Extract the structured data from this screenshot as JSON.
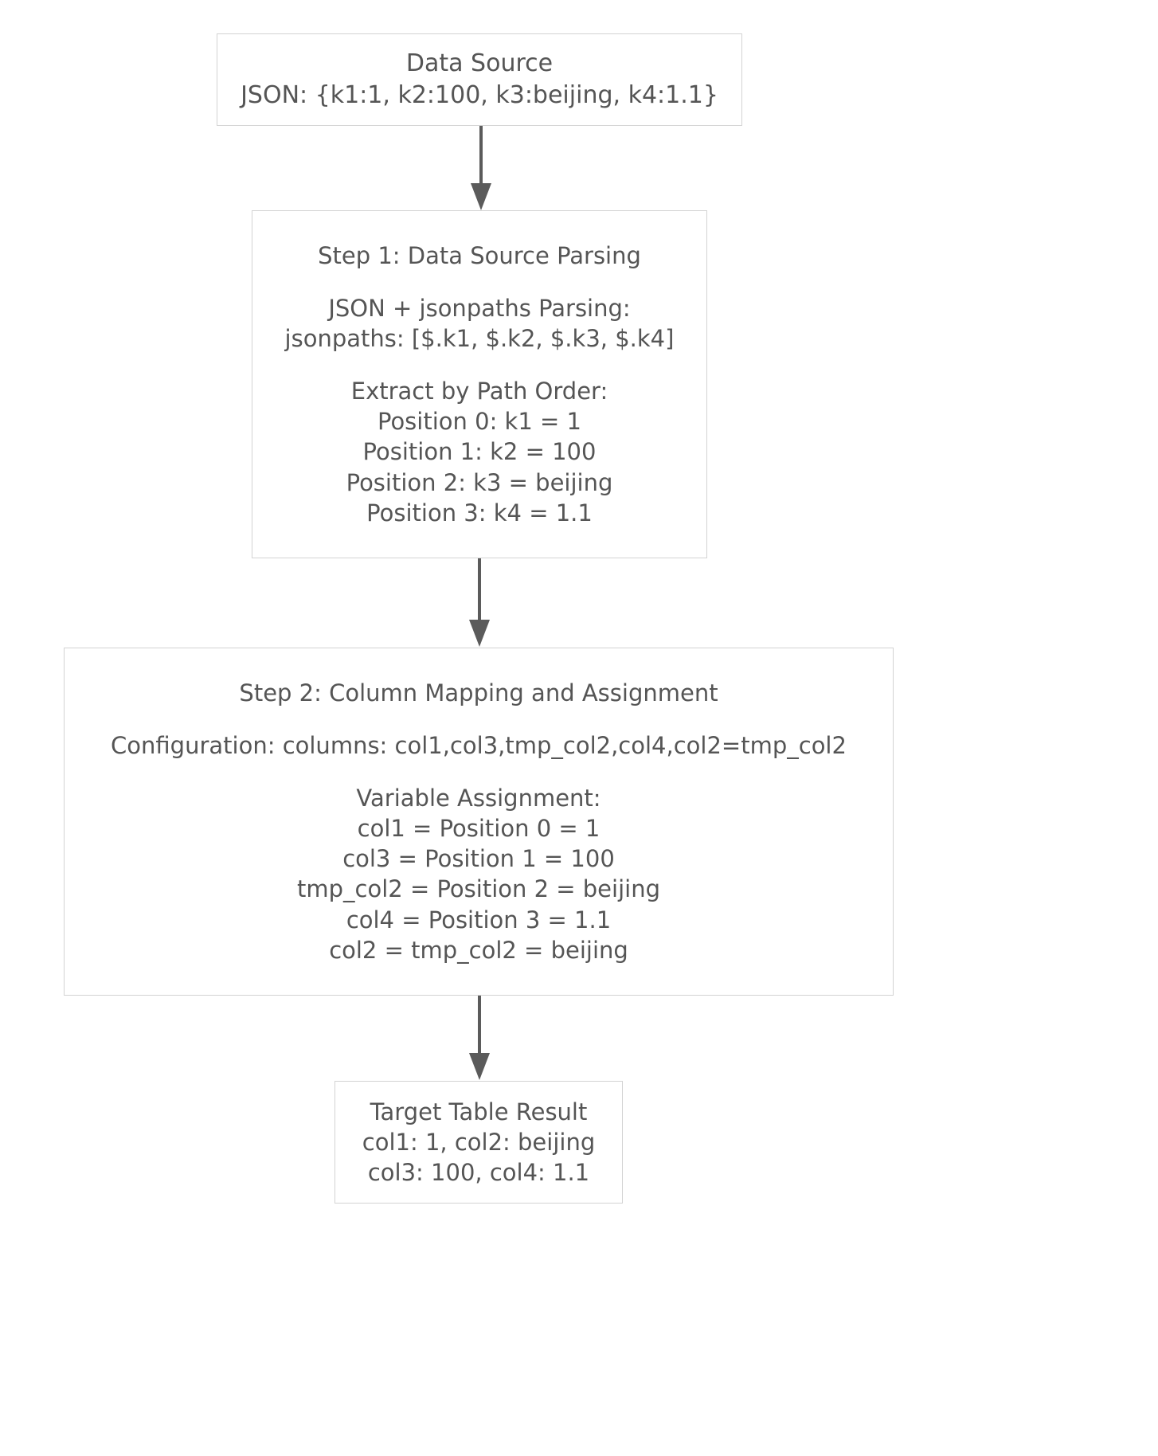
{
  "diagram": {
    "title": "JSON jsonpaths column mapping flow",
    "background_color": "#ffffff",
    "node_border_color": "#d3d3d3",
    "text_color": "#555555",
    "arrow_color": "#5b5b5b"
  },
  "nodes": {
    "source": {
      "id": "data-source",
      "lines": [
        "Data Source",
        "JSON: {k1:1, k2:100, k3:beijing, k4:1.1}"
      ]
    },
    "step1": {
      "id": "step-1-data-source-parsing",
      "lines": [
        "Step 1: Data Source Parsing",
        "",
        "JSON + jsonpaths Parsing:",
        "jsonpaths: [$.k1, $.k2, $.k3, $.k4]",
        "",
        "Extract by Path Order:",
        "Position 0: k1 = 1",
        "Position 1: k2 = 100",
        "Position 2: k3 = beijing",
        "Position 3: k4 = 1.1"
      ]
    },
    "step2": {
      "id": "step-2-column-mapping-and-assignment",
      "lines": [
        "Step 2: Column Mapping and Assignment",
        "",
        "Configuration: columns: col1,col3,tmp_col2,col4,col2=tmp_col2",
        "",
        "Variable Assignment:",
        "col1 = Position 0 = 1",
        "col3 = Position 1 = 100",
        "tmp_col2 = Position 2 = beijing",
        "col4 = Position 3 = 1.1",
        "col2 = tmp_col2 = beijing"
      ]
    },
    "result": {
      "id": "target-table-result",
      "lines": [
        "Target Table Result",
        "col1: 1, col2: beijing",
        "col3: 100, col4: 1.1"
      ]
    }
  },
  "edges": [
    {
      "from": "data-source",
      "to": "step-1-data-source-parsing",
      "label": ""
    },
    {
      "from": "step-1-data-source-parsing",
      "to": "step-2-column-mapping-and-assignment",
      "label": ""
    },
    {
      "from": "step-2-column-mapping-and-assignment",
      "to": "target-table-result",
      "label": ""
    }
  ]
}
